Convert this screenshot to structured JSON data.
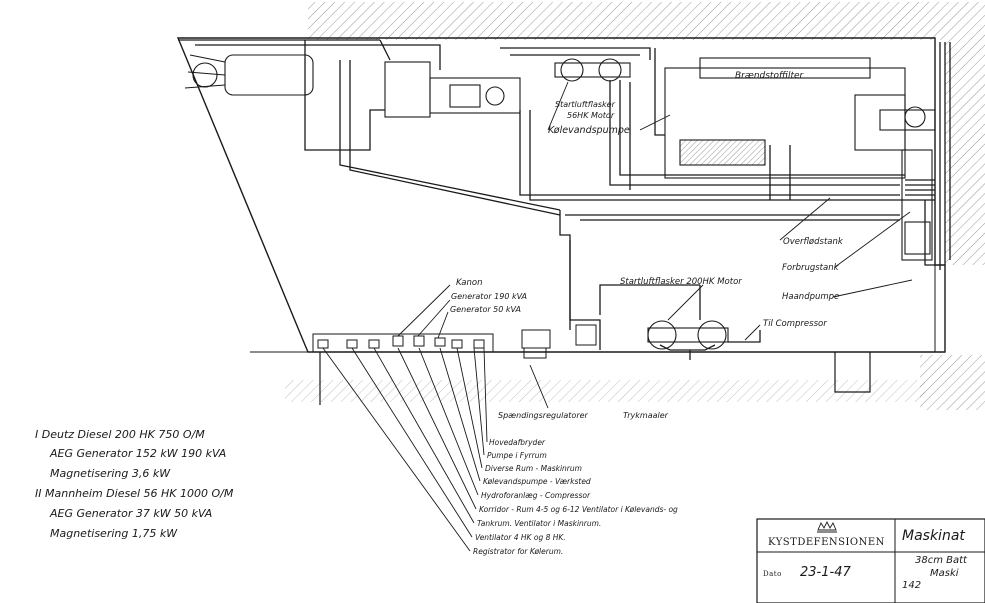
{
  "labels": {
    "braendstoffilter": "Brændstoffilter",
    "startluft_56": "Startluftflasker",
    "startluft_56_motor": "56HK Motor",
    "kolevandspumpe_top": "Kølevandspumpe",
    "overflodstank": "Overflødstank",
    "forbrugstank": "Forbrugstank",
    "haandpumpe": "Haandpumpe",
    "startluft_200": "Startluftflasker 200HK Motor",
    "til_compressor": "Til Compressor",
    "kanon": "Kanon",
    "generator_190": "Generator 190 kVA",
    "generator_50": "Generator 50 kVA",
    "spaendingsregulatorer": "Spændingsregulatorer",
    "trykmaaler": "Trykmaaler"
  },
  "legend": [
    "Hovedafbryder",
    "Pumpe i Fyrrum",
    "Diverse Rum - Maskinrum",
    "Kølevandspumpe - Værksted",
    "Hydroforanlæg - Compressor",
    "Korridor - Rum 4-5 og 6-12 Ventilator i Kølevands- og",
    "Tankrum. Ventilator i Maskinrum.",
    "Ventilator 4 HK og 8 HK.",
    "Registrator for Kølerum."
  ],
  "specs": [
    "I Deutz Diesel  200 HK  750 O/M",
    "AEG Generator  152 kW   190 kVA",
    "Magnetisering   3,6 kW",
    "II Mannheim Diesel  56 HK  1000 O/M",
    "AEG Generator  37 kW   50 kVA",
    "Magnetisering   1,75 kW"
  ],
  "title_block": {
    "org": "KYSTDEFENSIONEN",
    "title": "Maskinat",
    "subtitle_1": "38cm Batt",
    "subtitle_2": "Maski",
    "date_label": "Dato",
    "date": "23-1-47",
    "number": "142"
  },
  "colors": {
    "ink": "#1a1a1a",
    "paper": "#ffffff",
    "hatch": "#6b6b6b"
  }
}
